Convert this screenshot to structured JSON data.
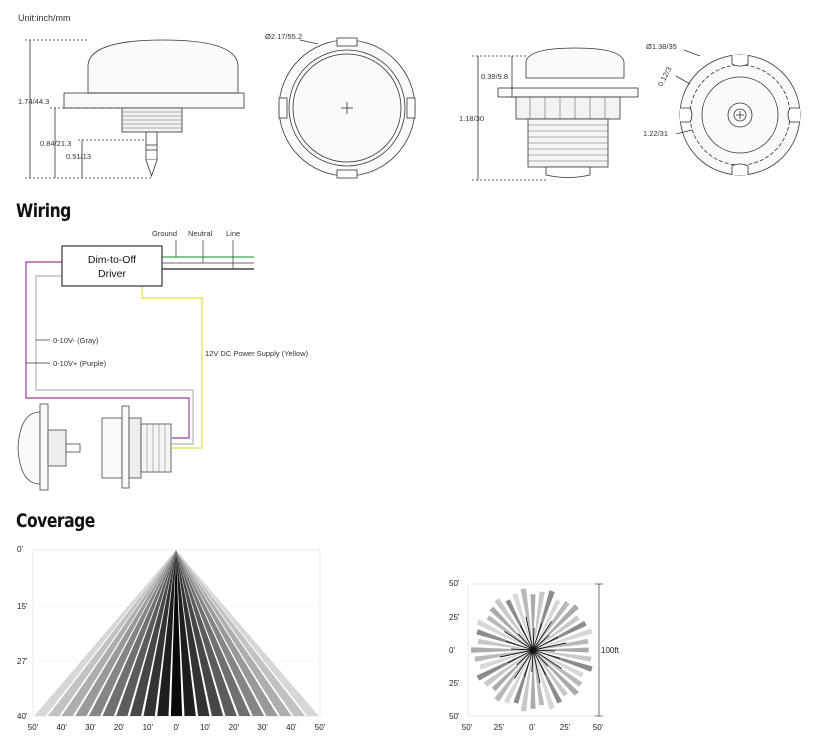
{
  "unit_label": "Unit:inch/mm",
  "dimensions": {
    "side_height": "1.74/44.3",
    "connector_height": "0.84/21.3",
    "pin_height": "0.51/13",
    "top_diameter": "Ø2.17/55.2",
    "mount_height": "1.18/30",
    "dome_height": "0.39/9.8",
    "base_diameter": "Ø1.38/35",
    "notch_width": "0.12/3",
    "inner_diameter": "1.22/31"
  },
  "wiring": {
    "title": "Wiring",
    "driver_line1": "Dim-to-Off",
    "driver_line2": "Driver",
    "ground": "Ground",
    "neutral": "Neutral",
    "line": "Line",
    "gray_wire": "0-10V- (Gray)",
    "purple_wire": "0-10V+ (Purple)",
    "yellow_wire": "12V DC Power Supply (Yellow)",
    "colors": {
      "gray": "#b4b4b4",
      "purple": "#9c3d9c",
      "yellow": "#e6e85a",
      "green": "#3aa648",
      "black": "#222222"
    }
  },
  "coverage": {
    "title": "Coverage",
    "side_view": {
      "y_labels": [
        "0'",
        "15'",
        "27'",
        "40'"
      ],
      "x_labels": [
        "50'",
        "40'",
        "30'",
        "20'",
        "10'",
        "0'",
        "10'",
        "20'",
        "30'",
        "40'",
        "50'"
      ]
    },
    "top_view": {
      "y_labels": [
        "50'",
        "25'",
        "0'",
        "25'",
        "50'"
      ],
      "x_labels": [
        "50'",
        "25'",
        "0'",
        "25'",
        "50'"
      ],
      "range_label": "100ft"
    }
  }
}
